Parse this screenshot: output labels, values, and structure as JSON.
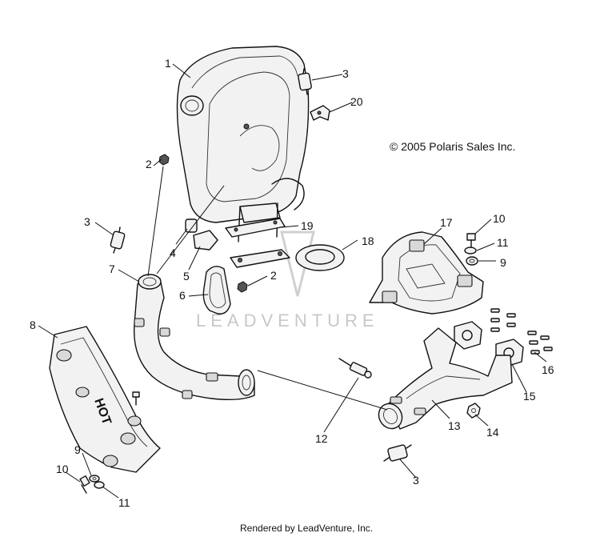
{
  "copyright": "© 2005 Polaris Sales Inc.",
  "footer": "Rendered by LeadVenture, Inc.",
  "watermark": "LEADVENTURE",
  "callouts": {
    "c1": "1",
    "c2a": "2",
    "c2b": "2",
    "c3a": "3",
    "c3b": "3",
    "c3c": "3",
    "c4": "4",
    "c5": "5",
    "c6": "6",
    "c7": "7",
    "c8": "8",
    "c9a": "9",
    "c9b": "9",
    "c10a": "10",
    "c10b": "10",
    "c11a": "11",
    "c11b": "11",
    "c12": "12",
    "c13": "13",
    "c14": "14",
    "c15": "15",
    "c16": "16",
    "c17": "17",
    "c18": "18",
    "c19": "19",
    "c20": "20"
  },
  "heat_shield_text": "HOT"
}
